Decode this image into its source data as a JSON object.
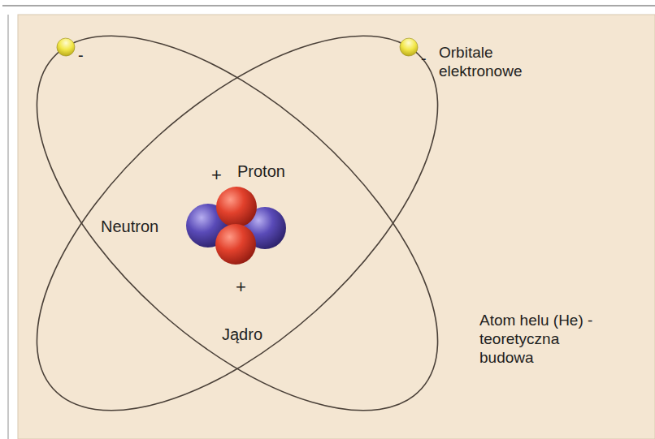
{
  "diagram": {
    "labels": [
      "Orbitale elektronowe",
      "-",
      "-",
      "Proton",
      "+",
      "Neutron",
      "+",
      "Jądro",
      "Atom helu (He) - teoretyczna budowa"
    ]
  }
}
